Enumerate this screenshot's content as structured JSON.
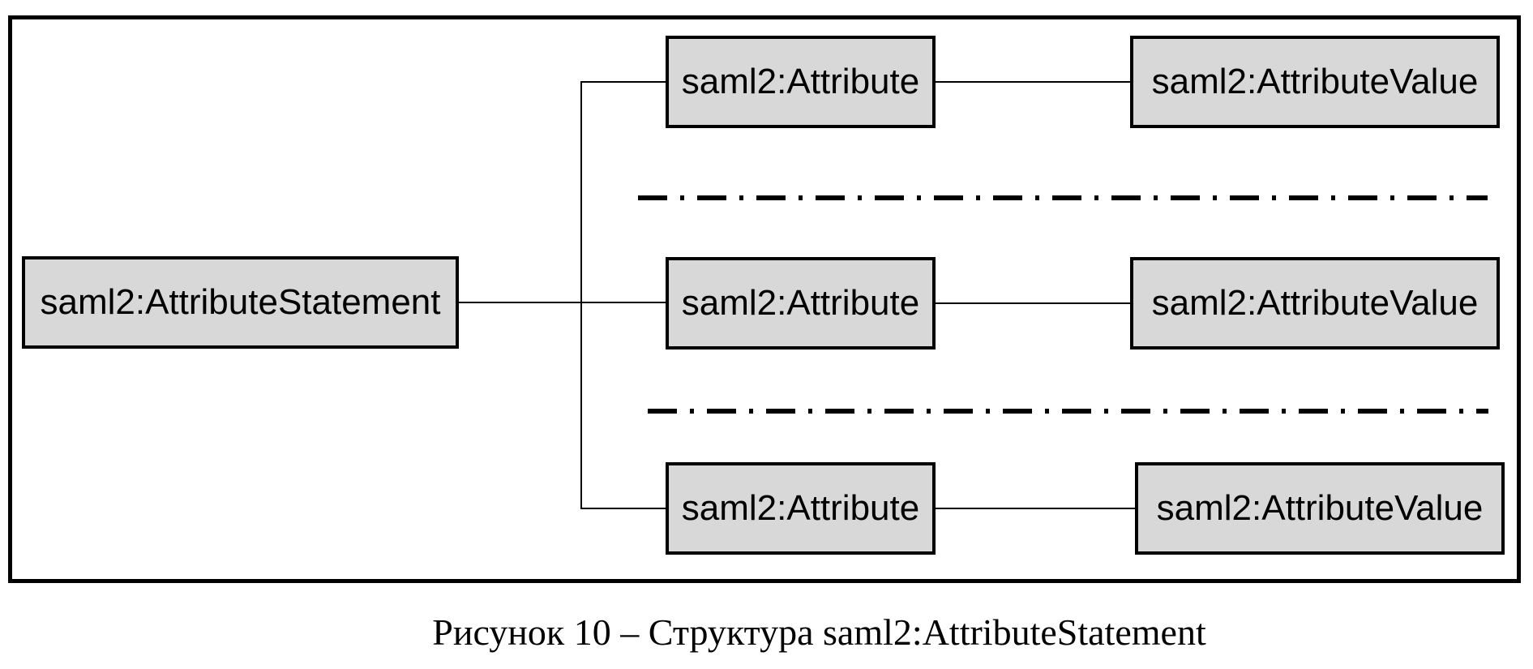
{
  "figure": {
    "caption": "Рисунок 10 – Структура saml2:AttributeStatement",
    "root_label": "saml2:AttributeStatement",
    "rows": [
      {
        "attribute": "saml2:Attribute",
        "value": "saml2:AttributeValue"
      },
      {
        "attribute": "saml2:Attribute",
        "value": "saml2:AttributeValue"
      },
      {
        "attribute": "saml2:Attribute",
        "value": "saml2:AttributeValue"
      }
    ],
    "colors": {
      "box_fill": "#d8d8d8",
      "box_border": "#000000",
      "line": "#000000",
      "background": "#ffffff"
    }
  }
}
